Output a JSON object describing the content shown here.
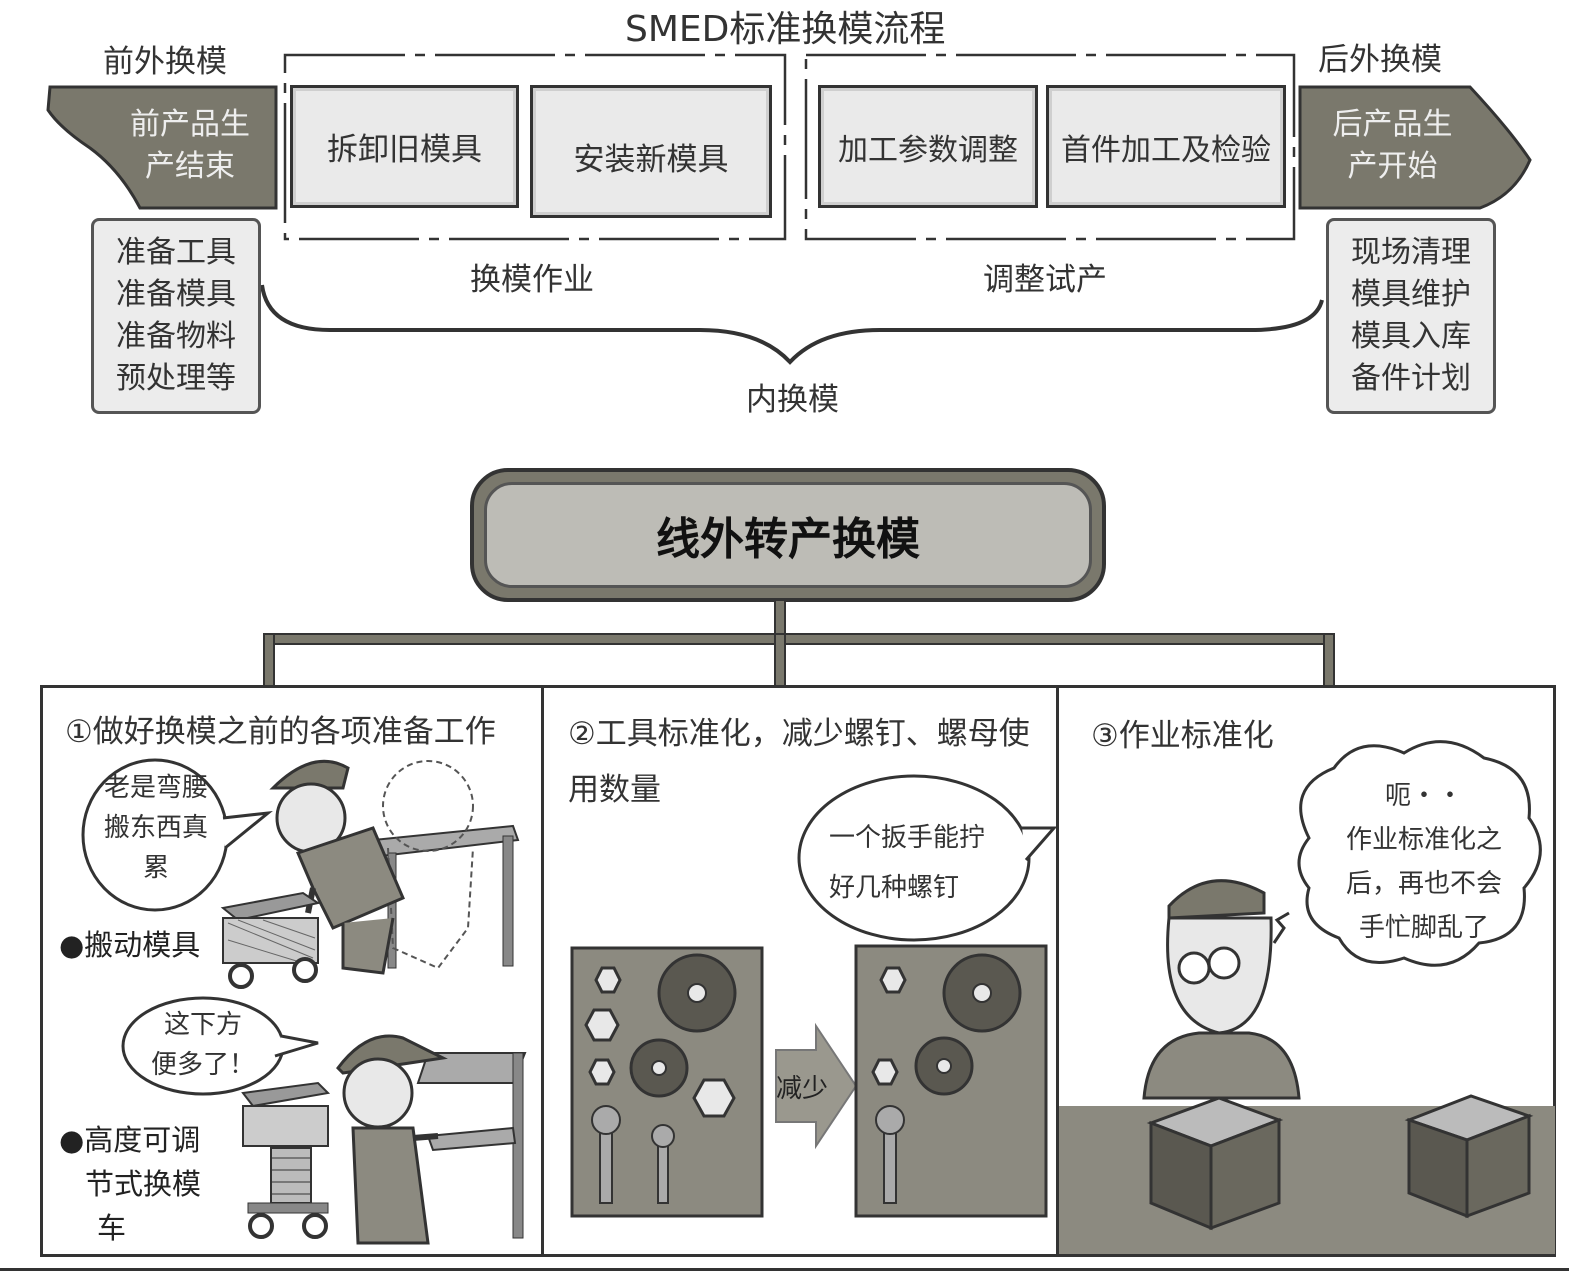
{
  "diagram": {
    "title": "SMED标准换模流程",
    "pre_external_label": "前外换模",
    "post_external_label": "后外换模",
    "pre_end": [
      "前产品生",
      "产结束"
    ],
    "post_start": [
      "后产品生",
      "产开始"
    ],
    "steps": [
      "拆卸旧模具",
      "安装新模具",
      "加工参数调整",
      "首件加工及检验"
    ],
    "group_labels": {
      "changeover": "换模作业",
      "adjust": "调整试产"
    },
    "internal_label": "内换模",
    "pre_notes": [
      "准备工具",
      "准备模具",
      "准备物料",
      "预处理等"
    ],
    "post_notes": [
      "现场清理",
      "模具维护",
      "模具入库",
      "备件计划"
    ]
  },
  "offline": {
    "title": "线外转产换模",
    "panels": [
      {
        "title": "①做好换模之前的各项准备工作",
        "bubble1": [
          "老是弯腰",
          "搬东西真",
          "累"
        ],
        "bullet1": "●搬动模具",
        "bubble2": [
          "这下方",
          "便多了！"
        ],
        "bullet2": [
          "●高度可调",
          "节式换模",
          "车"
        ]
      },
      {
        "title": [
          "②工具标准化，减少螺钉、螺母使",
          "用数量"
        ],
        "bubble": [
          "一个扳手能拧",
          "好几种螺钉"
        ],
        "arrow_label": "减少"
      },
      {
        "title": "③作业标准化",
        "bubble": [
          "呃・・",
          "作业标准化之",
          "后，再也不会",
          "手忙脚乱了"
        ]
      }
    ]
  },
  "colors": {
    "dark_fill": "#7a786c",
    "light_fill": "#eaeaea",
    "panel_bg": "#8c8a80",
    "line": "#333333"
  }
}
